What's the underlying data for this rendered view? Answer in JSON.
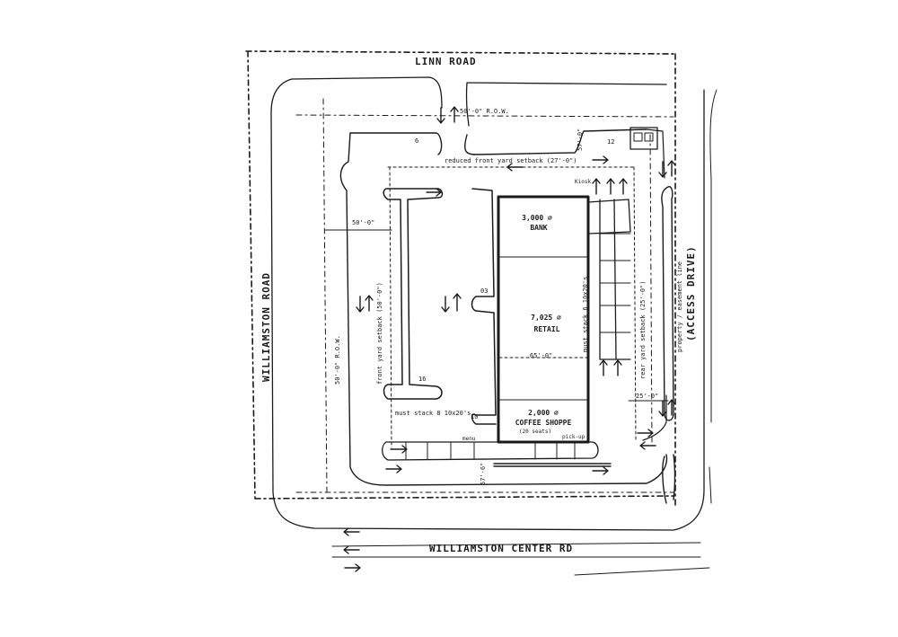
{
  "roads": {
    "north": "LINN ROAD",
    "west": "WILLIAMSTON ROAD",
    "south": "WILLIAMSTON CENTER RD",
    "east": "(ACCESS DRIVE)"
  },
  "buildings": [
    {
      "area": "3,000 ⌀",
      "use": "BANK"
    },
    {
      "area": "7,025 ⌀",
      "use": "RETAIL"
    },
    {
      "area": "2,000 ⌀",
      "use": "COFFEE SHOPPE",
      "note": "(20 seats)"
    }
  ],
  "dimensions": {
    "row_north": "50'-0\" R.O.W.",
    "row_west": "50'-0\" R.O.W.",
    "reduced_front_setback": "reduced front yard setback (27'-0\")",
    "north_depth": "57'-0\"",
    "west_setback": "50'-0\"",
    "front_setback_west": "front yard setback (50'-0\")",
    "rear_setback": "rear yard setback (25'-0\")",
    "property_line": "property / easement line",
    "building_width": "65'-0\"",
    "east_setback": "25'-0\"",
    "south_depth": "57'-6\""
  },
  "stack_notes": {
    "coffee": "must stack 8 10x20's",
    "bank": "must stack 6 10x20's"
  },
  "counts": {
    "north_left": "6",
    "north_right": "12",
    "west_row": "16",
    "center_row": "03",
    "south_row": "10"
  },
  "small_labels": {
    "kiosk": "Kiosk",
    "menu": "menu",
    "pickup": "pick-up"
  }
}
